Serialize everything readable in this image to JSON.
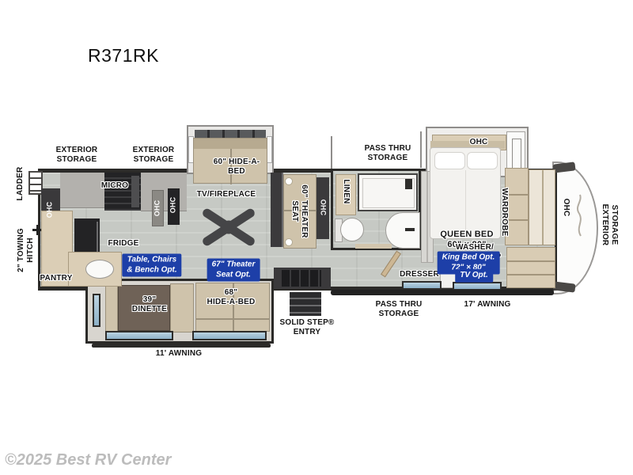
{
  "title": "R371RK",
  "watermark": "©2025 Best RV Center",
  "colors": {
    "badge_blue": "#1d3fa8",
    "wall_dark": "#2b2a28",
    "floor_gray": "#c6c9c4",
    "cabinet_beige": "#cfc3ab",
    "window_blue": "#9fc0d6"
  },
  "plan": {
    "exterior": {
      "ladder": "LADDER",
      "towing_hitch": "2\" TOWING\nHITCH",
      "storage_front_1": "EXTERIOR\nSTORAGE",
      "storage_front_2": "EXTERIOR\nSTORAGE",
      "storage_rear": "EXTERIOR\nSTORAGE",
      "pass_thru_top": "PASS THRU\nSTORAGE",
      "pass_thru_bottom": "PASS THRU\nSTORAGE",
      "awning_17": "17' AWNING",
      "awning_11": "11' AWNING",
      "solid_step": "SOLID STEP®\nENTRY"
    },
    "kitchen": {
      "micro": "MICRO",
      "fridge": "FRIDGE",
      "pantry": "PANTRY",
      "ohc_left": "OHC",
      "ohc_a": "OHC",
      "ohc_b": "OHC"
    },
    "living": {
      "tv_fireplace": "TV/FIREPLACE",
      "hide_a_bed_60": "60\" HIDE-A-\nBED",
      "theater_seat_60": "60\" THEATER\nSEAT",
      "ohc_theater": "OHC",
      "opt_table": "Table, Chairs\n& Bench Opt.",
      "opt_theater": "67\" Theater\nSeat Opt.",
      "dinette_39": "39\"\nDINETTE",
      "hide_a_bed_68": "68\"\nHIDE-A-BED"
    },
    "bath": {
      "linen": "LINEN"
    },
    "bedroom": {
      "queen_bed": "QUEEN BED\n60\" × 80\"",
      "king_opt": "King Bed Opt.\n72\" × 80\"",
      "ohc_bed": "OHC",
      "wardrobe": "WARDROBE",
      "ohc_rear": "OHC",
      "washer": "WASHER/\nDRYER PREP",
      "dresser": "DRESSER",
      "tv_opt": "TV Opt."
    }
  }
}
